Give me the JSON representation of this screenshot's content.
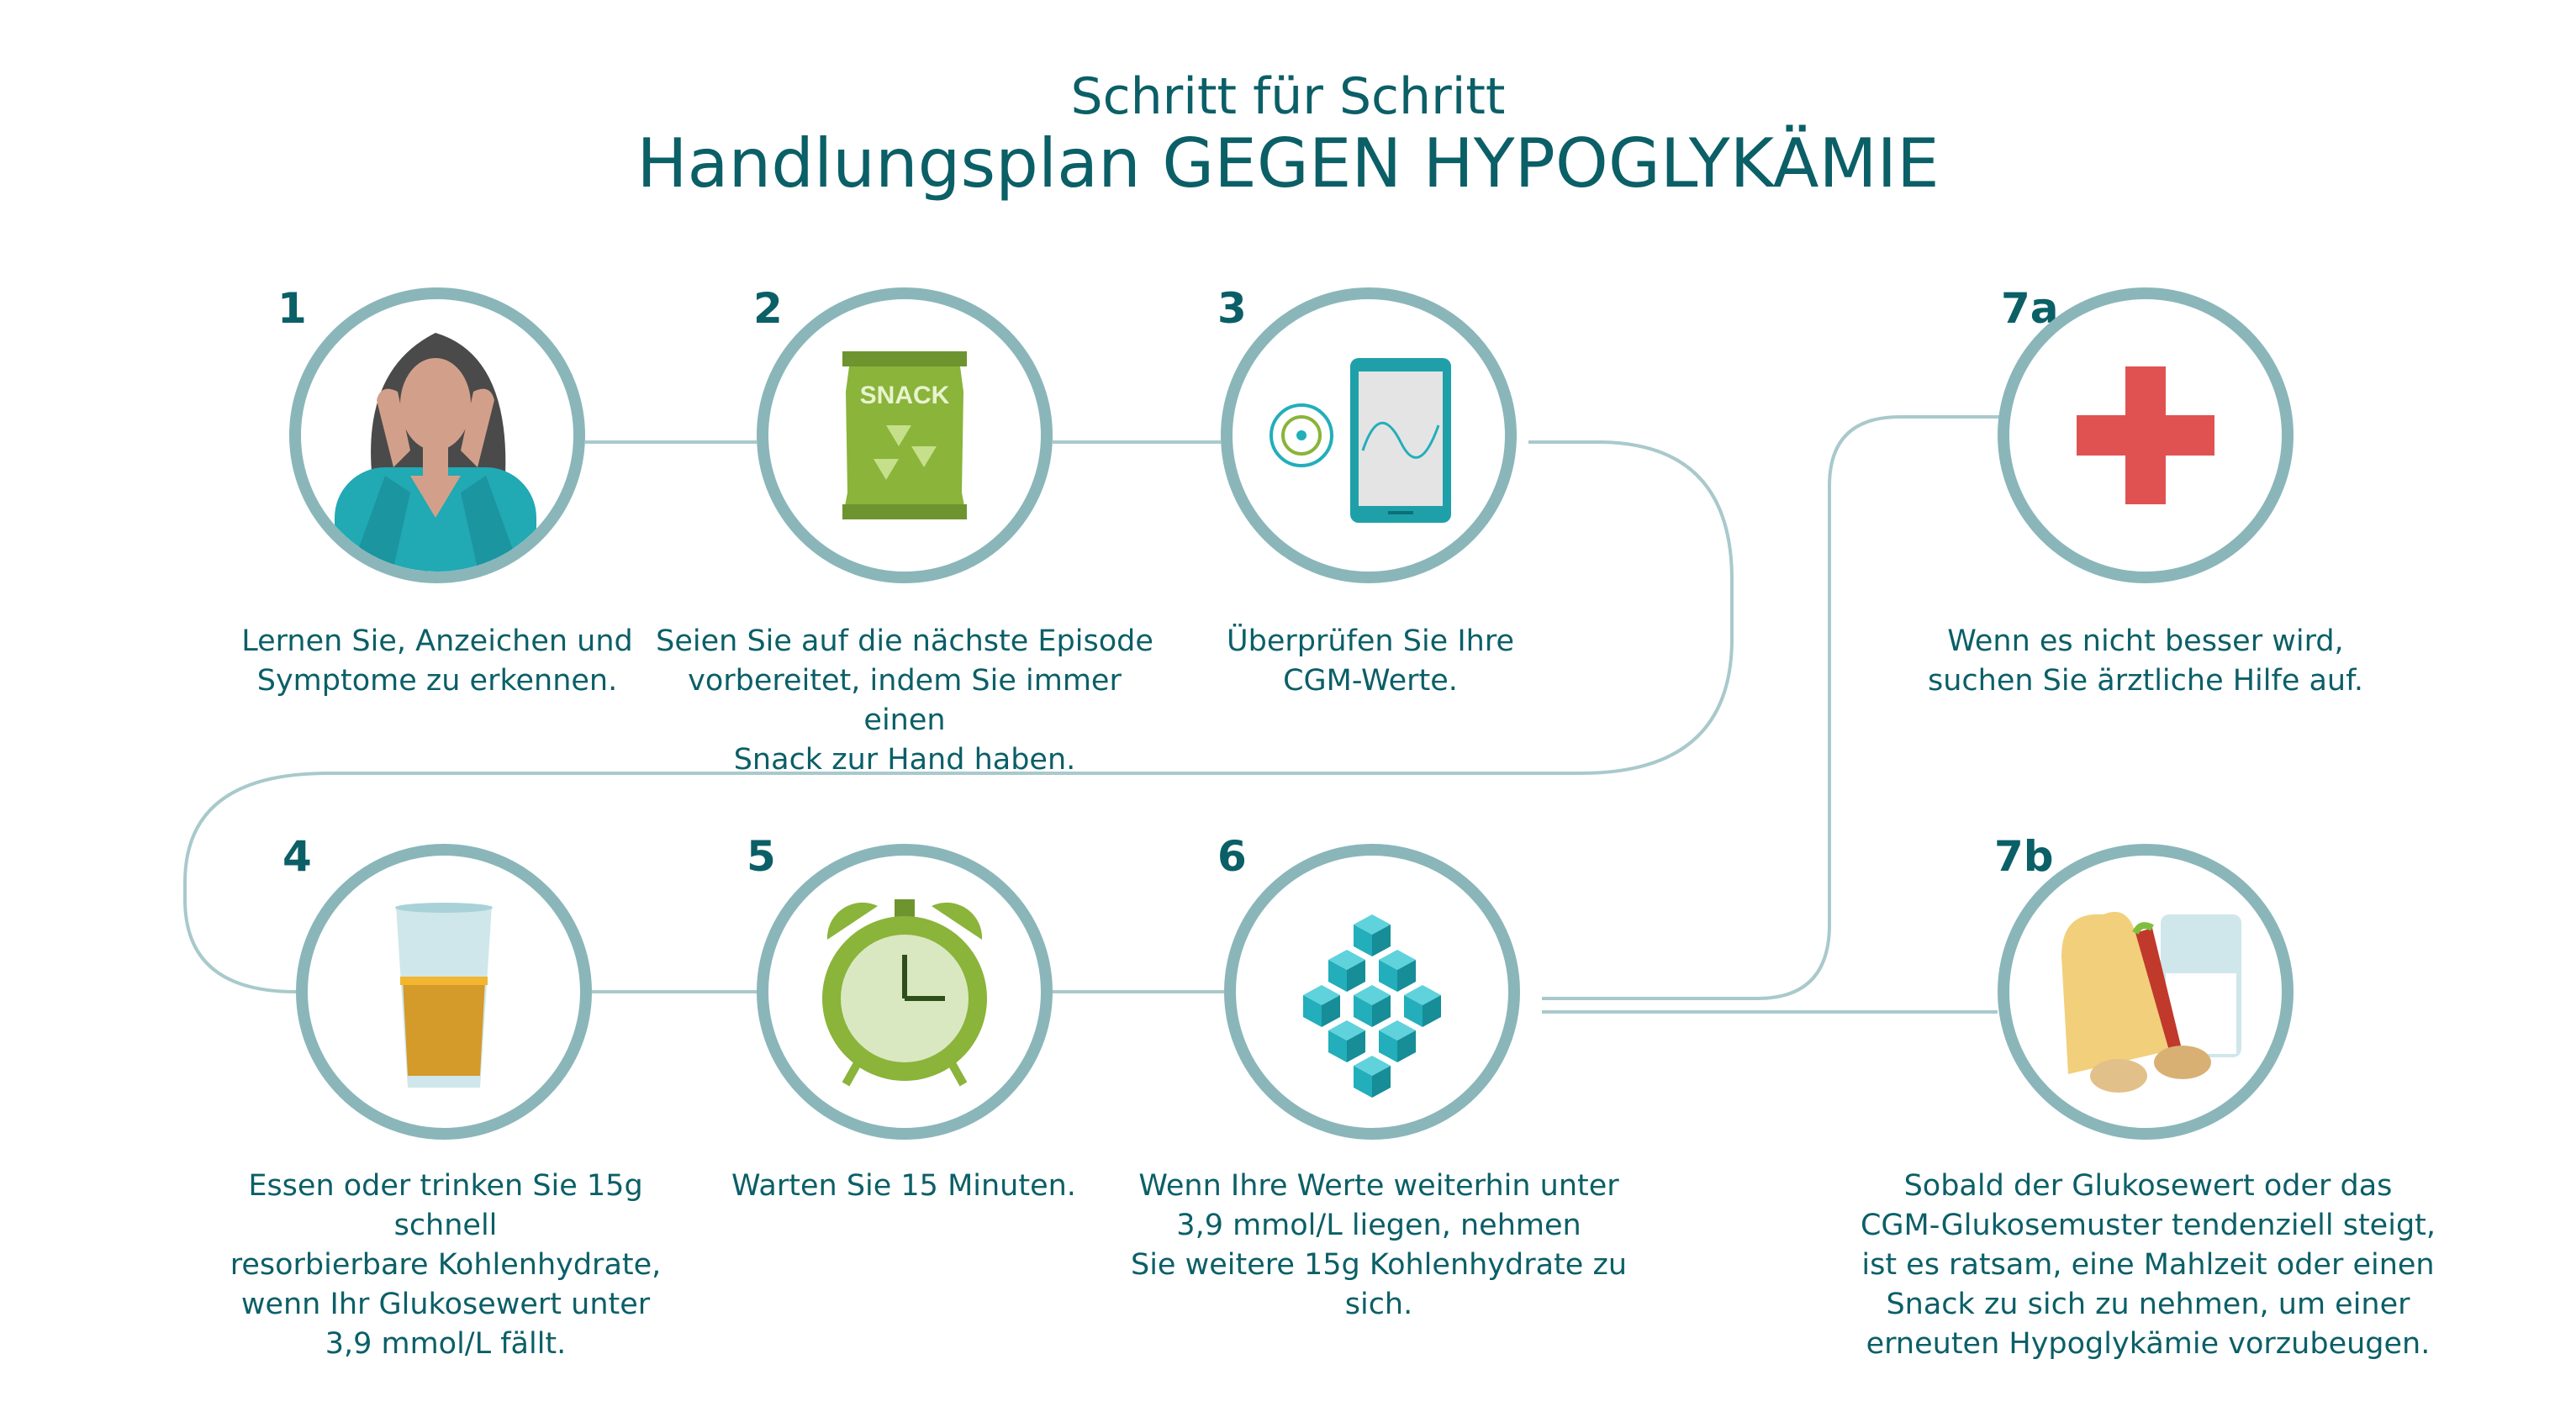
{
  "header": {
    "subtitle": "Schritt für Schritt",
    "title": "Handlungsplan GEGEN HYPOGLYKÄMIE"
  },
  "steps": [
    {
      "number": "1",
      "caption": "Lernen Sie, Anzeichen und\nSymptome zu erkennen.",
      "icon": "stressed-woman-icon"
    },
    {
      "number": "2",
      "caption": "Seien Sie auf die nächste Episode\nvorbereitet, indem Sie immer einen\nSnack zur Hand haben.",
      "icon": "snack-bag-icon",
      "icon_text": "SNACK"
    },
    {
      "number": "3",
      "caption": "Überprüfen Sie Ihre\nCGM-Werte.",
      "icon": "phone-sensor-icon"
    },
    {
      "number": "4",
      "caption": "Essen oder trinken Sie 15g schnell\nresorbierbare Kohlenhydrate,\nwenn Ihr Glukosewert unter\n3,9 mmol/L fällt.",
      "icon": "juice-glass-icon"
    },
    {
      "number": "5",
      "caption": "Warten Sie 15 Minuten.",
      "icon": "alarm-clock-icon"
    },
    {
      "number": "6",
      "caption": "Wenn Ihre Werte weiterhin unter\n3,9 mmol/L liegen, nehmen\nSie weitere 15g Kohlenhydrate zu sich.",
      "icon": "sugar-cubes-icon"
    },
    {
      "number": "7a",
      "caption": "Wenn es nicht besser wird,\nsuchen Sie ärztliche Hilfe auf.",
      "icon": "red-cross-icon"
    },
    {
      "number": "7b",
      "caption": "Sobald der Glukosewert oder das\nCGM-Glukosemuster tendenziell steigt,\nist es ratsam, eine Mahlzeit oder einen\nSnack zu sich zu nehmen, um einer\nerneuten Hypoglykämie vorzubeugen.",
      "icon": "sandwich-milk-icon"
    }
  ],
  "colors": {
    "text": "#0b5f67",
    "ring": "#8ab6ba",
    "connector": "#a9c9cc",
    "teal": "#22aeba",
    "green": "#8ab43a",
    "red": "#e05252"
  }
}
